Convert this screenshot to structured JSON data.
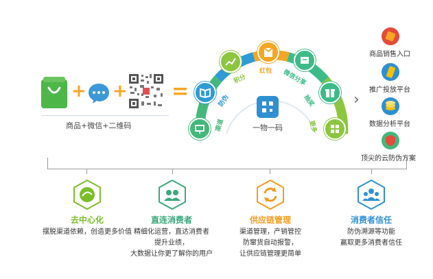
{
  "formula": {
    "caption": "商品+微信+二维码",
    "plus_sign": "+",
    "equals_sign": "="
  },
  "arc": {
    "center_label": "一物一码",
    "items": [
      {
        "label": "渠道",
        "icon": "presentation-icon",
        "color": "#44b87a"
      },
      {
        "label": "防伪",
        "icon": "book-icon",
        "color": "#2f9bd6"
      },
      {
        "label": "积分",
        "icon": "chart-icon",
        "color": "#8cc63f"
      },
      {
        "label": "红包",
        "icon": "envelope-icon",
        "color": "#f5a623"
      },
      {
        "label": "微信分享",
        "icon": "share-icon",
        "color": "#3dbb87"
      },
      {
        "label": "抽奖",
        "icon": "gift-icon",
        "color": "#3dbb87"
      },
      {
        "label": "更多",
        "icon": "grid-icon",
        "color": "#8cc63f"
      }
    ]
  },
  "arrow": "›",
  "side_items": [
    {
      "label": "商品销售入口",
      "icon": "sales-icon"
    },
    {
      "label": "推广投放平台",
      "icon": "phone-icon"
    },
    {
      "label": "数据分析平台",
      "icon": "coin-icon"
    },
    {
      "label": "顶尖的云防伪方案",
      "icon": "shield-icon"
    }
  ],
  "bottom_items": [
    {
      "title": "去中心化",
      "title_color": "#7cbd2a",
      "lines": [
        "摆脱渠道依赖，创造更多价值"
      ]
    },
    {
      "title": "直连消费者",
      "title_color": "#3aa979",
      "lines": [
        "精细化运营，直达消费者",
        "提升业绩，",
        "大数据让你更了解你的用户"
      ]
    },
    {
      "title": "供应链管理",
      "title_color": "#f39c1e",
      "lines": [
        "渠道管理，产销管控",
        "防窜货自动报警，",
        "让供应链管理更简单"
      ]
    },
    {
      "title": "消费者信任",
      "title_color": "#2f8fd1",
      "lines": [
        "防伪溯源等功能",
        "赢取更多消费者信任"
      ]
    }
  ],
  "colors": {
    "green": "#52b646",
    "blue": "#2f9bd6",
    "orange": "#f5a623",
    "gray_line": "#999999"
  }
}
